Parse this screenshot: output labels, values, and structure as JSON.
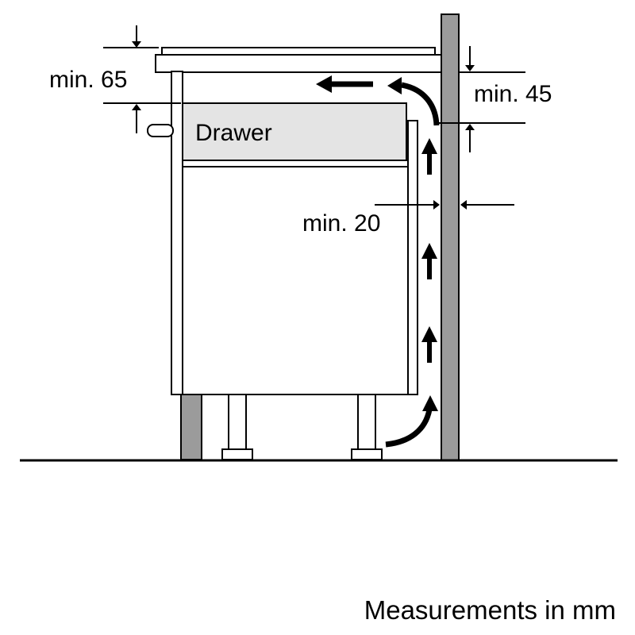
{
  "labels": {
    "drawer": "Drawer",
    "min65": "min. 65",
    "min45": "min. 45",
    "min20": "min. 20",
    "footer": "Measurements in mm"
  },
  "units": "mm",
  "colors": {
    "wall": "#9b9b9b",
    "plinth": "#9b9b9b",
    "drawer_fill": "#e4e4e4",
    "line": "#000000",
    "background": "#ffffff"
  },
  "flow_arrows": [
    "left",
    "curve-left",
    "up",
    "up",
    "up",
    "curve-up"
  ]
}
